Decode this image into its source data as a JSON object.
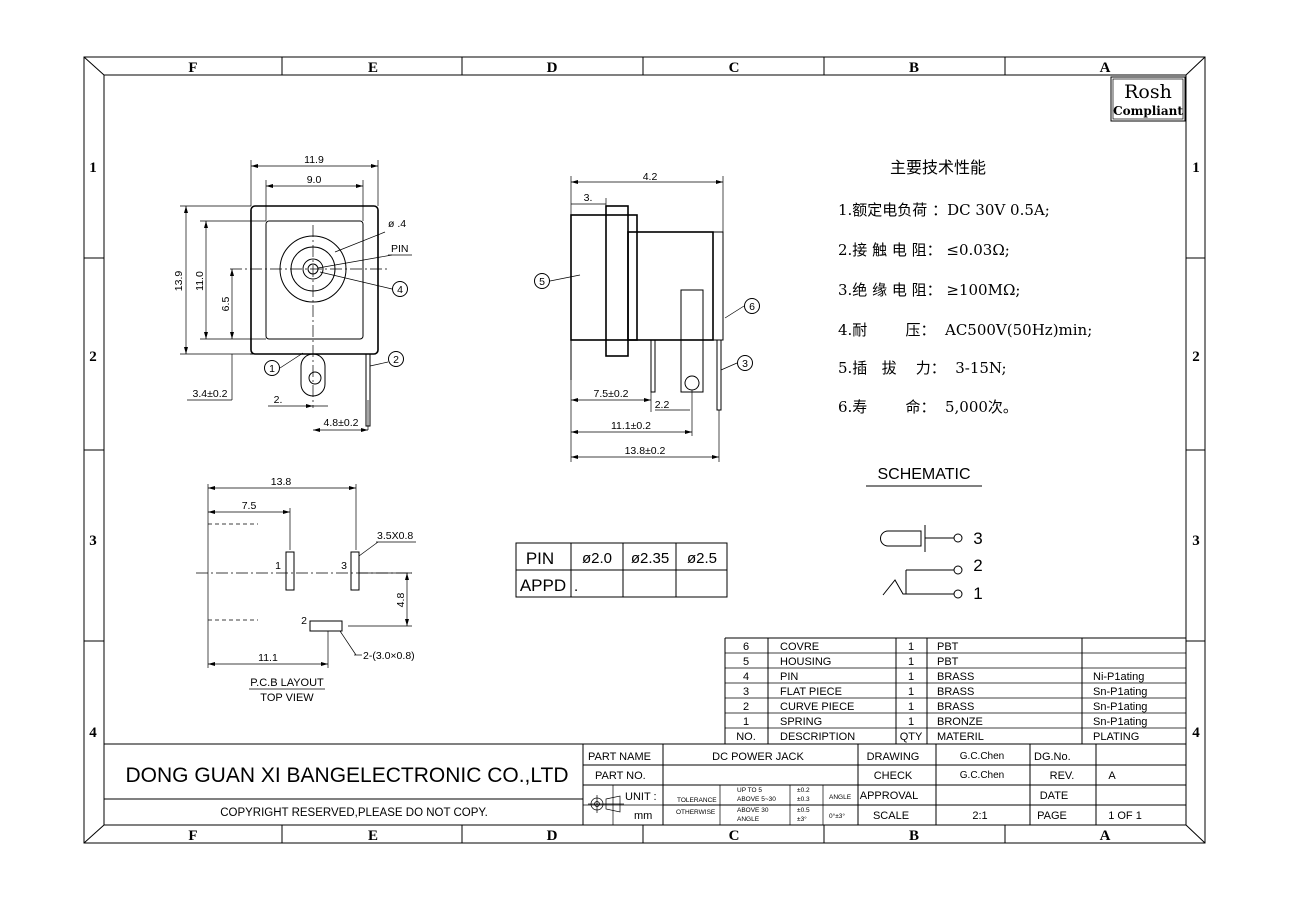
{
  "frame": {
    "top_columns": [
      "F",
      "E",
      "D",
      "C",
      "B",
      "A"
    ],
    "bottom_columns": [
      "F",
      "E",
      "D",
      "C",
      "B",
      "A"
    ],
    "rows_left": [
      "1",
      "2",
      "3",
      "4"
    ],
    "rows_right": [
      "1",
      "2",
      "3",
      "4"
    ]
  },
  "rosh_badge": {
    "line1": "Rosh",
    "line2": "Compliant"
  },
  "front_view": {
    "dims": {
      "width_outer": "11.9",
      "width_inner": "9.0",
      "height_outer": "13.9",
      "height_inner": "11.0",
      "center_height": "6.5",
      "hole_dia": "ø .4",
      "pin_label": "PIN",
      "pin_offset": "3.4±0.2",
      "pin_gap": "2.",
      "pin_spacing": "4.8±0.2"
    },
    "balloons": [
      "4",
      "1",
      "2"
    ]
  },
  "side_view": {
    "dims": {
      "total_top": "4.2",
      "flange": "3.",
      "d_75": "7.5±0.2",
      "d_22": "2.2",
      "d_111": "11.1±0.2",
      "d_138": "13.8±0.2"
    },
    "balloons": [
      "5",
      "6",
      "3"
    ]
  },
  "pcb_layout": {
    "dims": {
      "overall": "13.8",
      "pin1_x": "7.5",
      "slot": "3.5X0.8",
      "height": "4.8",
      "pin2_x": "11.1",
      "slot2": "2-(3.0×0.8)"
    },
    "pin_labels": [
      "1",
      "3",
      "2"
    ],
    "title": "P.C.B LAYOUT",
    "subtitle": "TOP VIEW"
  },
  "pin_table": {
    "headers": [
      "PIN",
      "ø2.0",
      "ø2.35",
      "ø2.5"
    ],
    "row2": [
      "APPD",
      ".",
      "",
      ""
    ]
  },
  "specs": {
    "title": "主要技术性能",
    "lines": [
      "1.额定电负荷 ：DC 30V 0.5A;",
      "2.接 触 电 阻：  ≤0.03Ω;",
      "3.绝 缘 电 阻：  ≥100MΩ;",
      "4.耐        压：  AC500V(50Hz)min;",
      "5.插   拔    力：  3-15N;",
      "6.寿        命：  5,000次。"
    ]
  },
  "schematic": {
    "title": "SCHEMATIC",
    "labels": [
      "3",
      "2",
      "1"
    ]
  },
  "bom": {
    "headers": [
      "NO.",
      "DESCRIPTION",
      "QTY",
      "MATERIL",
      "PLATING"
    ],
    "rows": [
      [
        "6",
        "COVRE",
        "1",
        "PBT",
        ""
      ],
      [
        "5",
        "HOUSING",
        "1",
        "PBT",
        ""
      ],
      [
        "4",
        "PIN",
        "1",
        "BRASS",
        "Ni-P1ating"
      ],
      [
        "3",
        "FLAT PIECE",
        "1",
        "BRASS",
        "Sn-P1ating"
      ],
      [
        "2",
        "CURVE PIECE",
        "1",
        "BRASS",
        "Sn-P1ating"
      ],
      [
        "1",
        "SPRING",
        "1",
        "BRONZE",
        "Sn-P1ating"
      ]
    ]
  },
  "title_block": {
    "company": "DONG GUAN XI BANGELECTRONIC CO.,LTD",
    "copyright": "COPYRIGHT RESERVED,PLEASE DO NOT COPY.",
    "part_name_label": "PART NAME",
    "part_name": "DC POWER JACK",
    "part_no_label": "PART NO.",
    "part_no": "",
    "unit_label": "UNIT :",
    "unit": "mm",
    "tolerance_label": "TOLERANCE",
    "otherwise_label": "OTHERWISE",
    "tol_rows": [
      "UP TO 5",
      "ABOVE 5~30",
      "ABOVE 30",
      "ANGLE"
    ],
    "tol_vals": [
      "±0.2",
      "±0.3",
      "±0.5",
      "±3°"
    ],
    "angle_label": "ANGLE",
    "angle_val": "0°±3°",
    "drawing_label": "DRAWING",
    "drawing_by": "G.C.Chen",
    "check_label": "CHECK",
    "check_by": "G.C.Chen",
    "approval_label": "APPROVAL",
    "approval_by": "",
    "scale_label": "SCALE",
    "scale": "2:1",
    "dgno_label": "DG.No.",
    "dgno": "",
    "rev_label": "REV.",
    "rev": "A",
    "date_label": "DATE",
    "date": "",
    "page_label": "PAGE",
    "page": "1 OF 1"
  }
}
